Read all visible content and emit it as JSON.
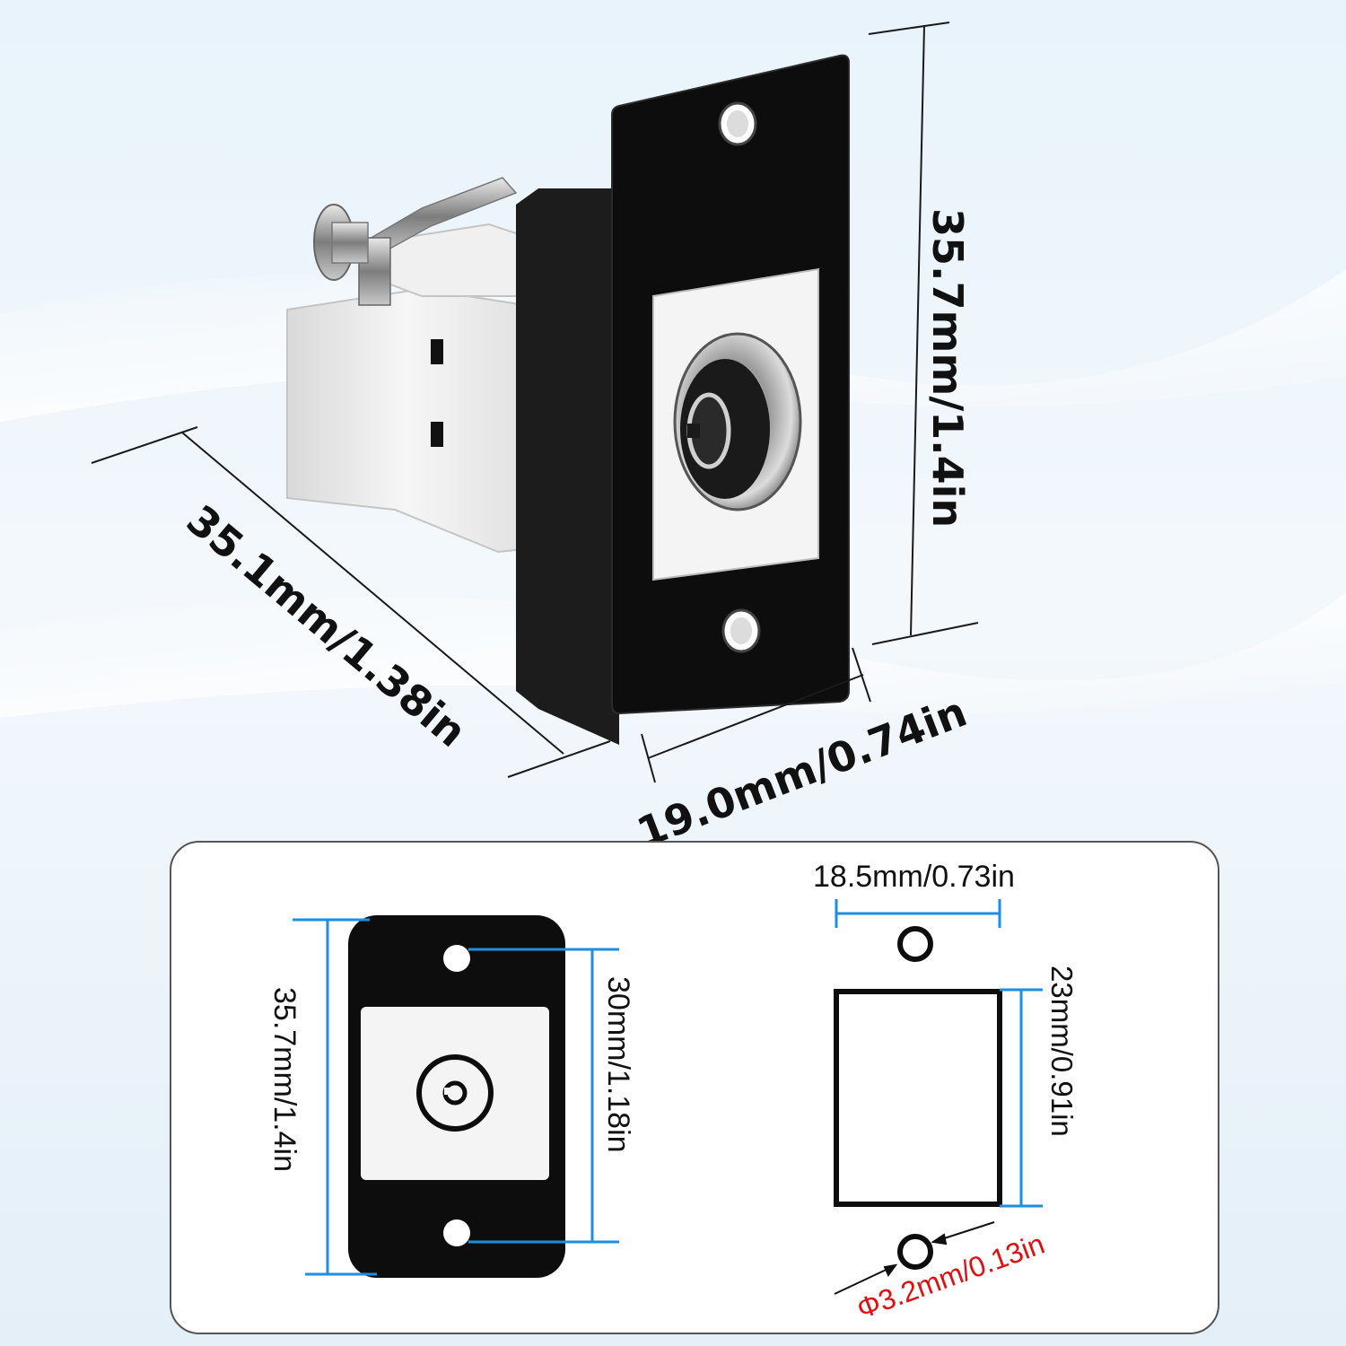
{
  "top_dimensions": {
    "height": "35.7mm/1.4in",
    "depth": "35.1mm/1.38in",
    "width": "19.0mm/0.74in"
  },
  "front_view": {
    "height": "35.7mm/1.4in",
    "hole_spacing": "30mm/1.18in"
  },
  "cutout_view": {
    "hole_spacing": "18.5mm/0.73in",
    "cutout_height": "23mm/0.91in",
    "hole_diameter": "Φ3.2mm/0.13in"
  },
  "colors": {
    "dimension_line": "#1e8ee0",
    "hole_diameter_text": "#e01010",
    "plate": "#0d0d0d"
  }
}
